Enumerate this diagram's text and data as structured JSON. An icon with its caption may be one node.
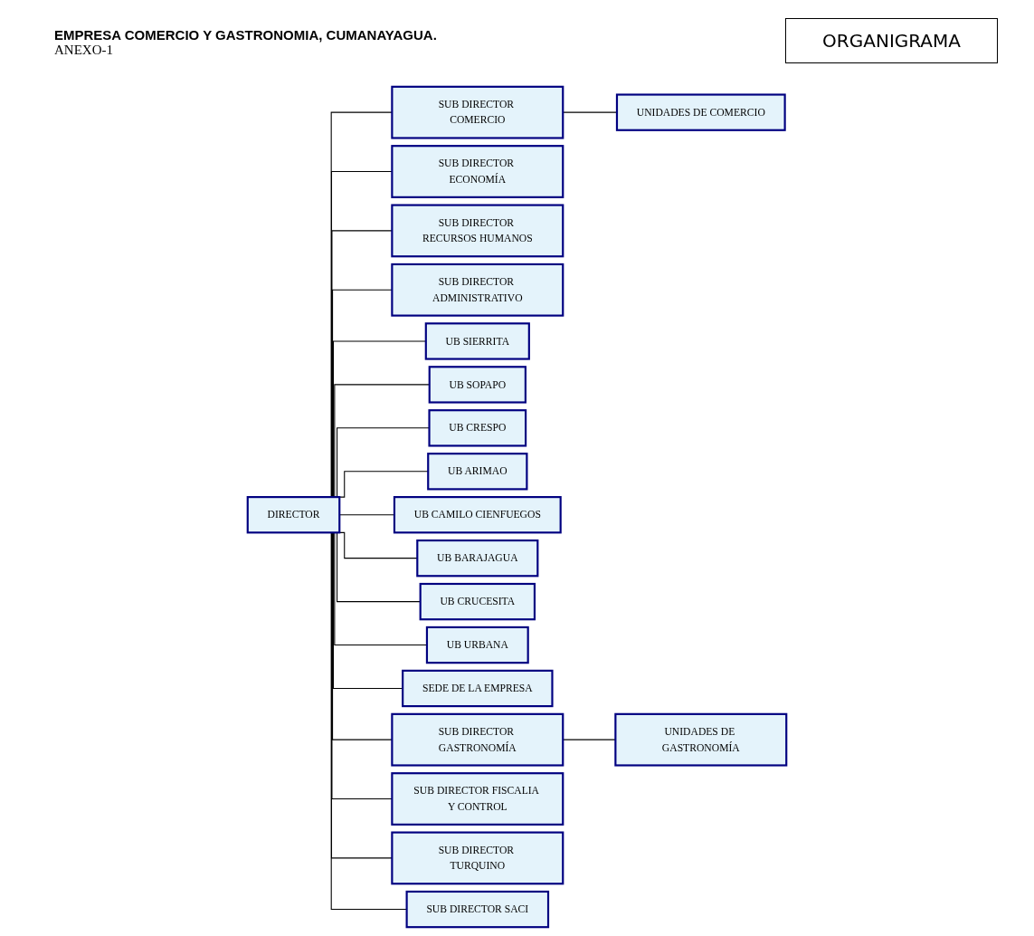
{
  "diagram": {
    "title": "ORGANIGRAMA",
    "nodes": [
      {
        "text": [
          "DIRECTOR"
        ]
      },
      {
        "text": [
          "SUB DIRECTOR COMERCIO"
        ]
      },
      {
        "text": [
          "SUB DIRECTOR ECONOMÍA"
        ]
      },
      {
        "text": [
          "SUB DIRECTOR RECURSOS HUMANOS"
        ]
      },
      {
        "text": [
          "SUB DIRECTOR ADMINISTRATIVO"
        ]
      },
      {
        "text": [
          "UNIDADES DE COMERCIO"
        ]
      },
      {
        "text": [
          "UB SIERRITA"
        ]
      },
      {
        "text": [
          "UB SOPAPO"
        ]
      },
      {
        "text": [
          "UB CRESPO"
        ]
      },
      {
        "text": [
          "UB ARIMAO"
        ]
      },
      {
        "text": [
          "UB CAMILO CIENFUEGOS"
        ]
      },
      {
        "text": [
          "UB BARAJAGUA"
        ]
      },
      {
        "text": [
          "UB CRUCESITA"
        ]
      },
      {
        "text": [
          "UB URBANA"
        ]
      },
      {
        "text": [
          "SEDE DE LA EMPRESA"
        ]
      },
      {
        "text": [
          "SUB DIRECTOR GASTRONOMÍA"
        ]
      },
      {
        "text": [
          "SUB DIRECTOR FISCALIA Y CONTROL"
        ]
      },
      {
        "text": [
          "SUB DIRECTOR TURQUINO"
        ]
      },
      {
        "text": [
          "SUB DIRECTOR SACI"
        ]
      },
      {
        "text": [
          "UNIDADES DE GASTRONOMÍA"
        ]
      }
    ],
    "edges": [
      {
        "from": 0,
        "to": 1,
        "arrow": "none"
      },
      {
        "from": 0,
        "to": 2,
        "arrow": "none"
      },
      {
        "from": 0,
        "to": 3,
        "arrow": "none"
      },
      {
        "from": 0,
        "to": 4,
        "arrow": "none"
      },
      {
        "from": 1,
        "to": 5,
        "arrow": "none"
      },
      {
        "from": 0,
        "to": 6,
        "arrow": "none"
      },
      {
        "from": 0,
        "to": 7,
        "arrow": "none"
      },
      {
        "from": 0,
        "to": 8,
        "arrow": "none"
      },
      {
        "from": 0,
        "to": 9,
        "arrow": "none"
      },
      {
        "from": 0,
        "to": 10,
        "arrow": "none"
      },
      {
        "from": 0,
        "to": 11,
        "arrow": "none"
      },
      {
        "from": 0,
        "to": 12,
        "arrow": "none"
      },
      {
        "from": 0,
        "to": 13,
        "arrow": "none"
      },
      {
        "from": 0,
        "to": 14,
        "arrow": "none"
      },
      {
        "from": 0,
        "to": 15,
        "arrow": "none"
      },
      {
        "from": 0,
        "to": 16,
        "arrow": "none"
      },
      {
        "from": 0,
        "to": 17,
        "arrow": "none"
      },
      {
        "from": 0,
        "to": 18,
        "arrow": "none"
      },
      {
        "from": 15,
        "to": 19,
        "arrow": "none"
      }
    ],
    "labels": [
      "EMPRESA COMERCIO Y GASTRONOMIA, CUMANAYAGUA.",
      "ANEXO-1"
    ]
  }
}
